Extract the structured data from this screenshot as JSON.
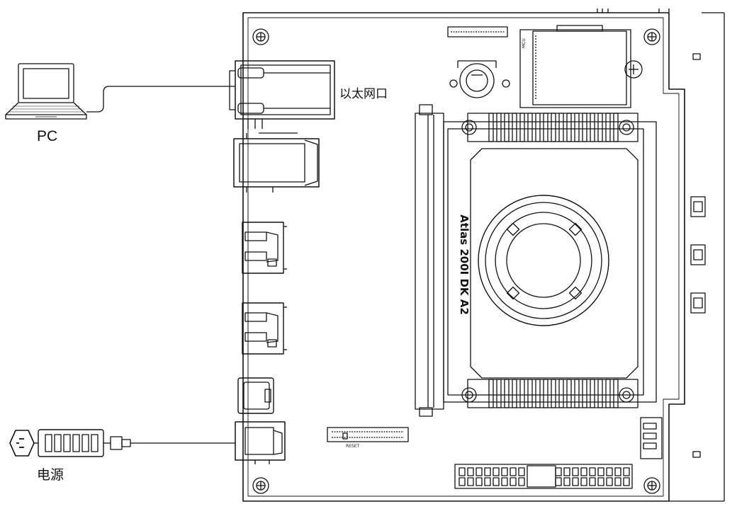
{
  "labels": {
    "pc": "PC",
    "ethernet_port": "以太网口",
    "power": "电源"
  },
  "board": {
    "model_text": "Atlas 200I DK A2",
    "tag_mcu": "MCU",
    "tag_reset": "RESET"
  },
  "icons": [
    "laptop-icon",
    "power-outlet-icon",
    "power-adapter-icon",
    "dc-plug-icon"
  ],
  "colors": {
    "line": "#111111",
    "background": "#ffffff"
  }
}
